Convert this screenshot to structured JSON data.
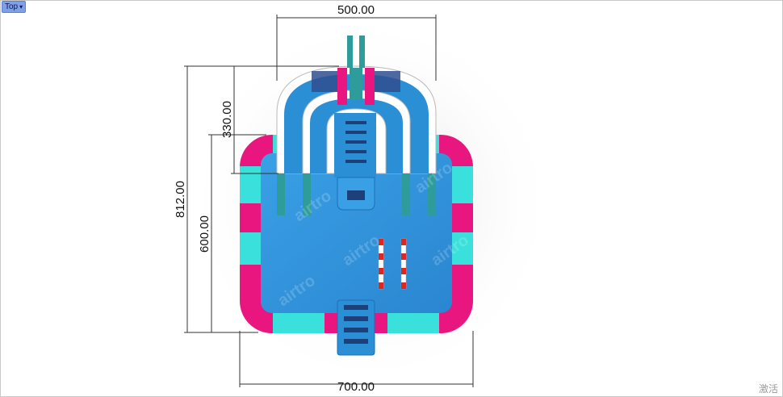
{
  "viewport": {
    "view_name": "Top",
    "view_menu_caret": "▾",
    "activation_text": "激活"
  },
  "dimensions": {
    "top_width": "500.00",
    "bottom_width": "700.00",
    "left_total": "812.00",
    "left_upper": "330.00",
    "left_pool": "600.00"
  },
  "watermark": {
    "brand_text": "airtro"
  },
  "colors": {
    "pool_blue": "#2b8fd6",
    "dark_blue": "#1d6fb5",
    "pink": "#e8167e",
    "cyan": "#39e0dc",
    "teal": "#2e9c9a",
    "white": "#ffffff",
    "red": "#e0261e"
  }
}
